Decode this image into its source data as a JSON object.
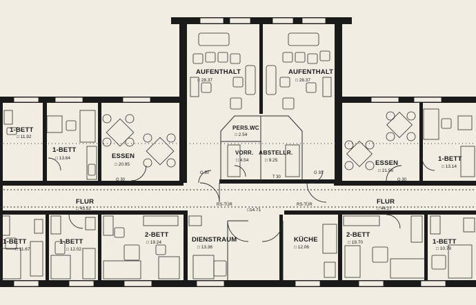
{
  "colors": {
    "paper": "#f2ede3",
    "wall": "#1a1a1a",
    "line": "#2a2a2a"
  },
  "rooms": [
    {
      "id": "aufenthalt-left",
      "name": "AUFENTHALT",
      "area": "28.37"
    },
    {
      "id": "aufenthalt-right",
      "name": "AUFENTHALT",
      "area": "28.37"
    },
    {
      "id": "bed1-nw",
      "name": "1-BETT",
      "area": "11.92"
    },
    {
      "id": "bed1-nw2",
      "name": "1-BETT",
      "area": "13.64"
    },
    {
      "id": "essen-left",
      "name": "ESSEN",
      "area": "20.95"
    },
    {
      "id": "pers-wc",
      "name": "PERS.WC",
      "area": "2.54"
    },
    {
      "id": "vorr",
      "name": "VORR.",
      "area": "4.54"
    },
    {
      "id": "abstellr",
      "name": "ABSTELLR.",
      "area": "9.25"
    },
    {
      "id": "essen-right",
      "name": "ESSEN",
      "area": "21.56"
    },
    {
      "id": "bed1-ne",
      "name": "1-BETT",
      "area": "13.14"
    },
    {
      "id": "flur-left",
      "name": "FLUR",
      "area": "43.52"
    },
    {
      "id": "flur-right",
      "name": "FLUR",
      "area": "44.27"
    },
    {
      "id": "bed1-sw",
      "name": "1-BETT",
      "area": "11.67"
    },
    {
      "id": "bed1-sw2",
      "name": "1-BETT",
      "area": "12.02"
    },
    {
      "id": "bed2-left",
      "name": "2-BETT",
      "area": "19.24"
    },
    {
      "id": "dienstraum",
      "name": "DIENSTRAUM",
      "area": "13.36"
    },
    {
      "id": "kueche",
      "name": "KÜCHE",
      "area": "12.06"
    },
    {
      "id": "bed2-right",
      "name": "2-BETT",
      "area": "19.70"
    },
    {
      "id": "bed1-se",
      "name": "1-BETT",
      "area": "10.79"
    }
  ],
  "area_marker": "□",
  "corridor_area": "14.71",
  "door_labels": {
    "g30": "G 30",
    "t30": "T 30",
    "rs_tuer": "RS-TÜR"
  }
}
